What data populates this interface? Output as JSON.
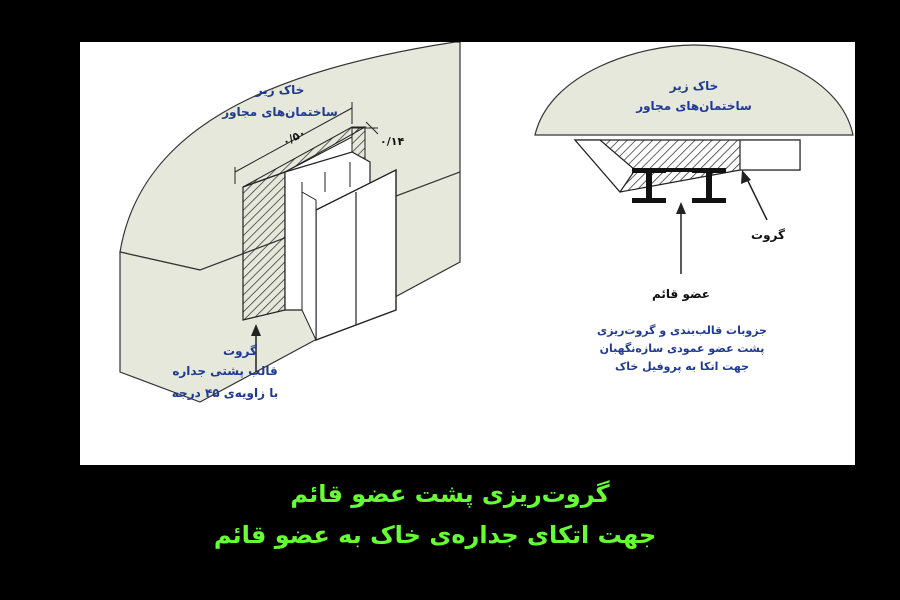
{
  "left_view": {
    "soil_label_line1": "خاک زیر",
    "soil_label_line2": "ساختمان‌های مجاور",
    "dim_width": "۰/۵۰",
    "dim_depth": "۰/۱۴",
    "grout_label": "گروت",
    "formwork_line1": "قالب پشتی جداره",
    "formwork_line2": "با زاویه‌ی ۴۵ درجه"
  },
  "right_view": {
    "soil_label_line1": "خاک زیر",
    "soil_label_line2": "ساختمان‌های مجاور",
    "grout_label": "گروت",
    "member_label": "عضو قائم",
    "detail_line1": "جزوبات قالب‌بندی و گروت‌ریزی",
    "detail_line2": "پشت عضو عمودی سازه‌نگهبان",
    "detail_line3": "جهت اتکا به پروفیل خاک"
  },
  "caption": {
    "line1": "گروت‌ریزی پشت عضو قائم",
    "line2": "جهت اتکای جداره‌ی خاک به عضو قائم"
  },
  "colors": {
    "soil_fill": "#e6e8dc",
    "label_blue": "#1f3a93",
    "caption_green": "#66ff33",
    "background": "#000000"
  }
}
